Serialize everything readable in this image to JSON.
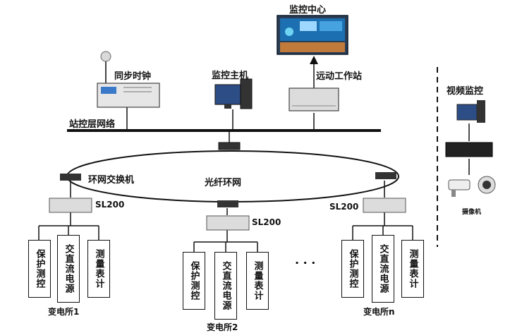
{
  "labels": {
    "center": "监控中心",
    "sync_clock": "同步时钟",
    "host": "监控主机",
    "remote": "远动工作站",
    "station_net": "站控层网络",
    "video": "视频监控",
    "camera": "摄像机",
    "ring_switch": "环网交换机",
    "fiber_ring": "光纤环网",
    "sl_left": "SL200",
    "sl_mid": "SL200",
    "sl_right": "SL200",
    "ellipsis": "· · ·"
  },
  "substations": [
    {
      "name": "变电所1",
      "boxes": [
        "保护测控",
        "交直流电源",
        "测量表计"
      ]
    },
    {
      "name": "变电所2",
      "boxes": [
        "保护测控",
        "交直流电源",
        "测量表计"
      ]
    },
    {
      "name": "变电所n",
      "boxes": [
        "保护测控",
        "交直流电源",
        "测量表计"
      ]
    }
  ]
}
